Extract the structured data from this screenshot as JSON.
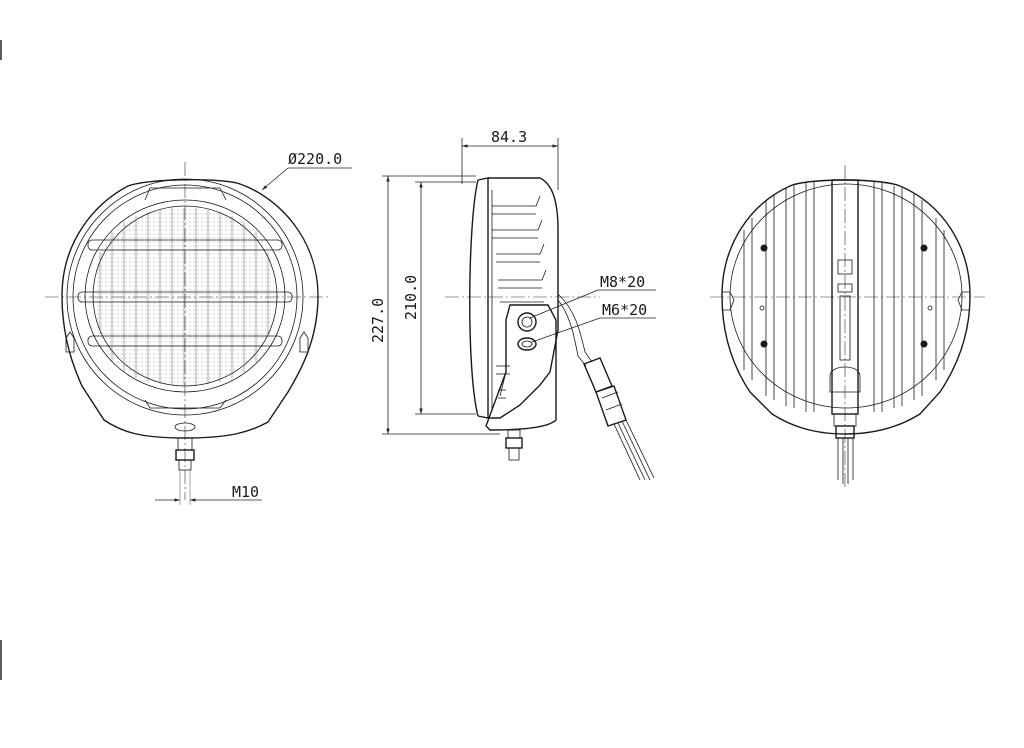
{
  "dimensions": {
    "diameter": "Ø220.0",
    "depth": "84.3",
    "overall_height": "227.0",
    "lens_height": "210.0",
    "bolt_bottom": "M10",
    "bolt_side_1": "M8*20",
    "bolt_side_2": "M6*20"
  }
}
